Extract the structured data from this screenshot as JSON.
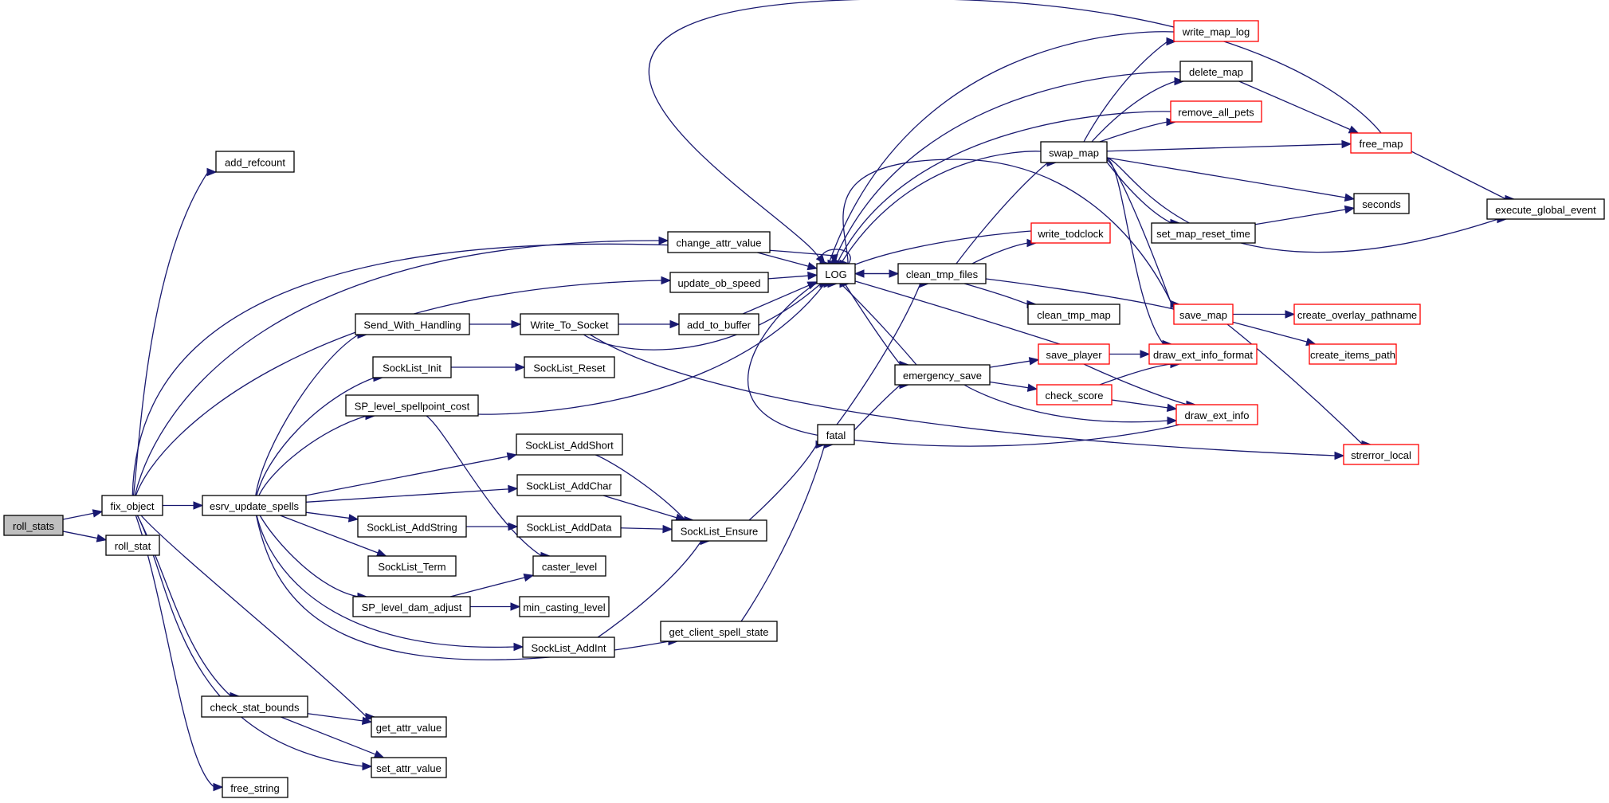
{
  "diagram": {
    "type": "call-graph",
    "root": "roll_stats",
    "colors": {
      "edge": "#191970",
      "node_border": "#000000",
      "node_border_truncated": "#ff0000",
      "root_fill": "#bfbfbf",
      "node_fill": "#ffffff"
    },
    "nodes": [
      {
        "id": "roll_stats",
        "label": "roll_stats",
        "style": "root"
      },
      {
        "id": "fix_object",
        "label": "fix_object",
        "style": "normal"
      },
      {
        "id": "roll_stat",
        "label": "roll_stat",
        "style": "normal"
      },
      {
        "id": "add_refcount",
        "label": "add_refcount",
        "style": "normal"
      },
      {
        "id": "esrv_update_spells",
        "label": "esrv_update_spells",
        "style": "normal"
      },
      {
        "id": "change_attr_value",
        "label": "change_attr_value",
        "style": "normal"
      },
      {
        "id": "update_ob_speed",
        "label": "update_ob_speed",
        "style": "normal"
      },
      {
        "id": "check_stat_bounds",
        "label": "check_stat_bounds",
        "style": "normal"
      },
      {
        "id": "get_attr_value",
        "label": "get_attr_value",
        "style": "normal"
      },
      {
        "id": "set_attr_value",
        "label": "set_attr_value",
        "style": "normal"
      },
      {
        "id": "free_string",
        "label": "free_string",
        "style": "normal"
      },
      {
        "id": "Send_With_Handling",
        "label": "Send_With_Handling",
        "style": "normal"
      },
      {
        "id": "SockList_Init",
        "label": "SockList_Init",
        "style": "normal"
      },
      {
        "id": "SP_level_spellpoint_cost",
        "label": "SP_level_spellpoint_cost",
        "style": "normal"
      },
      {
        "id": "SockList_AddShort",
        "label": "SockList_AddShort",
        "style": "normal"
      },
      {
        "id": "SockList_AddChar",
        "label": "SockList_AddChar",
        "style": "normal"
      },
      {
        "id": "SockList_AddString",
        "label": "SockList_AddString",
        "style": "normal"
      },
      {
        "id": "SockList_AddData",
        "label": "SockList_AddData",
        "style": "normal"
      },
      {
        "id": "SockList_Term",
        "label": "SockList_Term",
        "style": "normal"
      },
      {
        "id": "caster_level",
        "label": "caster_level",
        "style": "normal"
      },
      {
        "id": "SP_level_dam_adjust",
        "label": "SP_level_dam_adjust",
        "style": "normal"
      },
      {
        "id": "min_casting_level",
        "label": "min_casting_level",
        "style": "normal"
      },
      {
        "id": "SockList_AddInt",
        "label": "SockList_AddInt",
        "style": "normal"
      },
      {
        "id": "get_client_spell_state",
        "label": "get_client_spell_state",
        "style": "normal"
      },
      {
        "id": "Write_To_Socket",
        "label": "Write_To_Socket",
        "style": "normal"
      },
      {
        "id": "SockList_Reset",
        "label": "SockList_Reset",
        "style": "normal"
      },
      {
        "id": "add_to_buffer",
        "label": "add_to_buffer",
        "style": "normal"
      },
      {
        "id": "SockList_Ensure",
        "label": "SockList_Ensure",
        "style": "normal"
      },
      {
        "id": "LOG",
        "label": "LOG",
        "style": "normal"
      },
      {
        "id": "fatal",
        "label": "fatal",
        "style": "normal"
      },
      {
        "id": "clean_tmp_files",
        "label": "clean_tmp_files",
        "style": "normal"
      },
      {
        "id": "emergency_save",
        "label": "emergency_save",
        "style": "normal"
      },
      {
        "id": "clean_tmp_map",
        "label": "clean_tmp_map",
        "style": "normal"
      },
      {
        "id": "swap_map",
        "label": "swap_map",
        "style": "normal"
      },
      {
        "id": "write_todclock",
        "label": "write_todclock",
        "style": "truncated"
      },
      {
        "id": "save_player",
        "label": "save_player",
        "style": "truncated"
      },
      {
        "id": "check_score",
        "label": "check_score",
        "style": "truncated"
      },
      {
        "id": "write_map_log",
        "label": "write_map_log",
        "style": "truncated"
      },
      {
        "id": "delete_map",
        "label": "delete_map",
        "style": "normal"
      },
      {
        "id": "remove_all_pets",
        "label": "remove_all_pets",
        "style": "truncated"
      },
      {
        "id": "free_map",
        "label": "free_map",
        "style": "truncated"
      },
      {
        "id": "set_map_reset_time",
        "label": "set_map_reset_time",
        "style": "normal"
      },
      {
        "id": "seconds",
        "label": "seconds",
        "style": "normal"
      },
      {
        "id": "save_map",
        "label": "save_map",
        "style": "truncated"
      },
      {
        "id": "draw_ext_info_format",
        "label": "draw_ext_info_format",
        "style": "truncated"
      },
      {
        "id": "draw_ext_info",
        "label": "draw_ext_info",
        "style": "truncated"
      },
      {
        "id": "execute_global_event",
        "label": "execute_global_event",
        "style": "normal"
      },
      {
        "id": "create_overlay_pathname",
        "label": "create_overlay_pathname",
        "style": "truncated"
      },
      {
        "id": "create_items_path",
        "label": "create_items_path",
        "style": "truncated"
      },
      {
        "id": "strerror_local",
        "label": "strerror_local",
        "style": "truncated"
      }
    ],
    "edges": [
      {
        "from": "roll_stats",
        "to": "fix_object"
      },
      {
        "from": "roll_stats",
        "to": "roll_stat"
      },
      {
        "from": "fix_object",
        "to": "add_refcount"
      },
      {
        "from": "fix_object",
        "to": "esrv_update_spells"
      },
      {
        "from": "fix_object",
        "to": "change_attr_value"
      },
      {
        "from": "fix_object",
        "to": "update_ob_speed"
      },
      {
        "from": "fix_object",
        "to": "LOG"
      },
      {
        "from": "fix_object",
        "to": "check_stat_bounds"
      },
      {
        "from": "fix_object",
        "to": "get_attr_value"
      },
      {
        "from": "fix_object",
        "to": "set_attr_value"
      },
      {
        "from": "fix_object",
        "to": "free_string"
      },
      {
        "from": "esrv_update_spells",
        "to": "Send_With_Handling"
      },
      {
        "from": "esrv_update_spells",
        "to": "SockList_Init"
      },
      {
        "from": "esrv_update_spells",
        "to": "SP_level_spellpoint_cost"
      },
      {
        "from": "esrv_update_spells",
        "to": "SockList_AddShort"
      },
      {
        "from": "esrv_update_spells",
        "to": "SockList_AddChar"
      },
      {
        "from": "esrv_update_spells",
        "to": "SockList_AddString"
      },
      {
        "from": "esrv_update_spells",
        "to": "SockList_Term"
      },
      {
        "from": "esrv_update_spells",
        "to": "SP_level_dam_adjust"
      },
      {
        "from": "esrv_update_spells",
        "to": "SockList_AddInt"
      },
      {
        "from": "esrv_update_spells",
        "to": "get_client_spell_state"
      },
      {
        "from": "change_attr_value",
        "to": "LOG"
      },
      {
        "from": "update_ob_speed",
        "to": "LOG"
      },
      {
        "from": "check_stat_bounds",
        "to": "get_attr_value"
      },
      {
        "from": "check_stat_bounds",
        "to": "set_attr_value"
      },
      {
        "from": "Send_With_Handling",
        "to": "Write_To_Socket"
      },
      {
        "from": "Write_To_Socket",
        "to": "add_to_buffer"
      },
      {
        "from": "Write_To_Socket",
        "to": "LOG"
      },
      {
        "from": "Write_To_Socket",
        "to": "strerror_local"
      },
      {
        "from": "add_to_buffer",
        "to": "LOG"
      },
      {
        "from": "SockList_Init",
        "to": "SockList_Reset"
      },
      {
        "from": "SP_level_spellpoint_cost",
        "to": "LOG"
      },
      {
        "from": "SP_level_spellpoint_cost",
        "to": "caster_level"
      },
      {
        "from": "SockList_AddShort",
        "to": "SockList_Ensure"
      },
      {
        "from": "SockList_AddChar",
        "to": "SockList_Ensure"
      },
      {
        "from": "SockList_AddString",
        "to": "SockList_AddData"
      },
      {
        "from": "SockList_AddData",
        "to": "SockList_Ensure"
      },
      {
        "from": "SP_level_dam_adjust",
        "to": "caster_level"
      },
      {
        "from": "SP_level_dam_adjust",
        "to": "min_casting_level"
      },
      {
        "from": "SockList_AddInt",
        "to": "SockList_Ensure"
      },
      {
        "from": "SockList_Ensure",
        "to": "fatal"
      },
      {
        "from": "get_client_spell_state",
        "to": "fatal"
      },
      {
        "from": "LOG",
        "to": "LOG"
      },
      {
        "from": "LOG",
        "to": "clean_tmp_files"
      },
      {
        "from": "LOG",
        "to": "emergency_save"
      },
      {
        "from": "fatal",
        "to": "clean_tmp_files"
      },
      {
        "from": "fatal",
        "to": "emergency_save"
      },
      {
        "from": "clean_tmp_files",
        "to": "LOG"
      },
      {
        "from": "clean_tmp_files",
        "to": "swap_map"
      },
      {
        "from": "clean_tmp_files",
        "to": "write_todclock"
      },
      {
        "from": "clean_tmp_files",
        "to": "clean_tmp_map"
      },
      {
        "from": "clean_tmp_files",
        "to": "save_map"
      },
      {
        "from": "emergency_save",
        "to": "LOG"
      },
      {
        "from": "emergency_save",
        "to": "save_player"
      },
      {
        "from": "emergency_save",
        "to": "check_score"
      },
      {
        "from": "emergency_save",
        "to": "draw_ext_info"
      },
      {
        "from": "write_todclock",
        "to": "LOG"
      },
      {
        "from": "swap_map",
        "to": "LOG"
      },
      {
        "from": "swap_map",
        "to": "write_map_log"
      },
      {
        "from": "swap_map",
        "to": "delete_map"
      },
      {
        "from": "swap_map",
        "to": "remove_all_pets"
      },
      {
        "from": "swap_map",
        "to": "free_map"
      },
      {
        "from": "swap_map",
        "to": "seconds"
      },
      {
        "from": "swap_map",
        "to": "set_map_reset_time"
      },
      {
        "from": "swap_map",
        "to": "save_map"
      },
      {
        "from": "swap_map",
        "to": "draw_ext_info_format"
      },
      {
        "from": "swap_map",
        "to": "execute_global_event"
      },
      {
        "from": "write_map_log",
        "to": "LOG"
      },
      {
        "from": "delete_map",
        "to": "LOG"
      },
      {
        "from": "delete_map",
        "to": "free_map"
      },
      {
        "from": "remove_all_pets",
        "to": "LOG"
      },
      {
        "from": "free_map",
        "to": "LOG"
      },
      {
        "from": "free_map",
        "to": "execute_global_event"
      },
      {
        "from": "set_map_reset_time",
        "to": "seconds"
      },
      {
        "from": "save_map",
        "to": "LOG"
      },
      {
        "from": "save_map",
        "to": "create_overlay_pathname"
      },
      {
        "from": "save_map",
        "to": "create_items_path"
      },
      {
        "from": "save_map",
        "to": "strerror_local"
      },
      {
        "from": "save_player",
        "to": "LOG"
      },
      {
        "from": "save_player",
        "to": "draw_ext_info_format"
      },
      {
        "from": "save_player",
        "to": "draw_ext_info"
      },
      {
        "from": "check_score",
        "to": "draw_ext_info_format"
      },
      {
        "from": "check_score",
        "to": "draw_ext_info"
      },
      {
        "from": "draw_ext_info",
        "to": "LOG"
      }
    ]
  }
}
